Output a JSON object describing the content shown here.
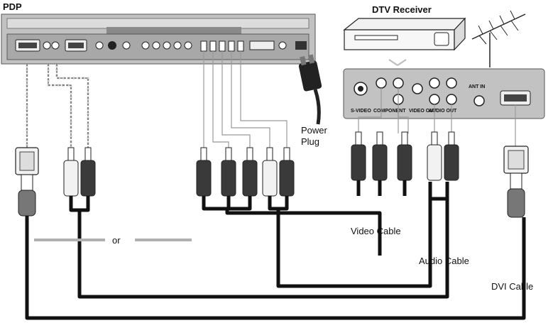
{
  "labels": {
    "pdp": "PDP",
    "dtv_receiver": "DTV Receiver",
    "power_plug_line1": "Power",
    "power_plug_line2": "Plug",
    "or": "or",
    "video_cable": "Video Cable",
    "audio_cable": "Audio Cable",
    "dvi_cable": "DVI Cable",
    "ant_in": "ANT IN",
    "s_video": "S-VIDEO",
    "component_out": "COMPONENT",
    "video_out": "VIDEO OUT",
    "audio_out": "AUDIO OUT"
  },
  "colors": {
    "cable": "#111111",
    "panel": "#b8b8b8",
    "plug_white": "#f2f2f2",
    "plug_dark": "#3a3a3a"
  }
}
